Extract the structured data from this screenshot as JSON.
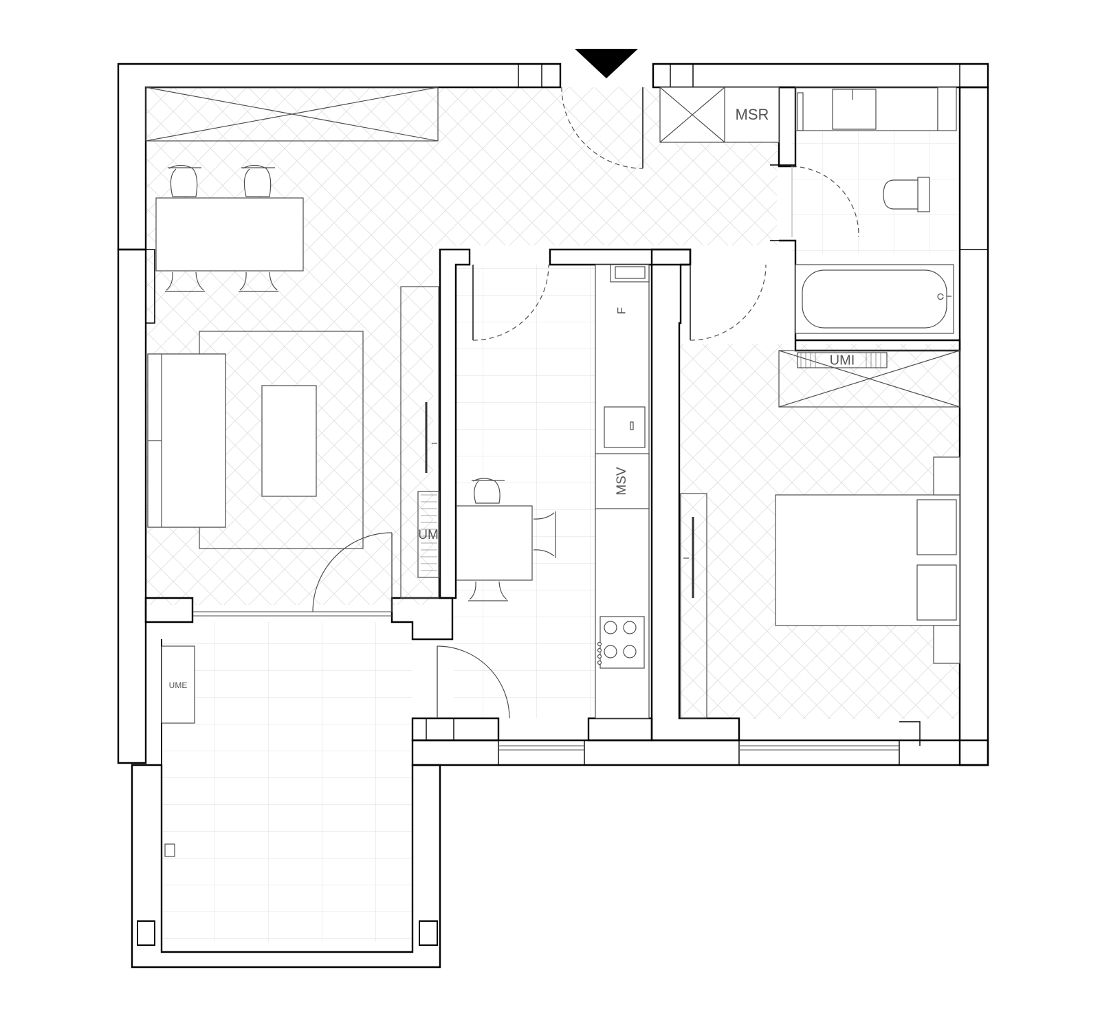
{
  "labels": {
    "msr": "MSR",
    "umi": "UMI",
    "um": "UM",
    "f": "F",
    "msv": "MSV",
    "ume": "UME"
  },
  "colors": {
    "wall": "#000000",
    "line": "#4d4d4d",
    "light_line": "#b3b3b3",
    "floor_pattern": "#e3e3e3",
    "background": "#ffffff"
  },
  "icons": {
    "entrance": "entrance-arrow-icon"
  }
}
